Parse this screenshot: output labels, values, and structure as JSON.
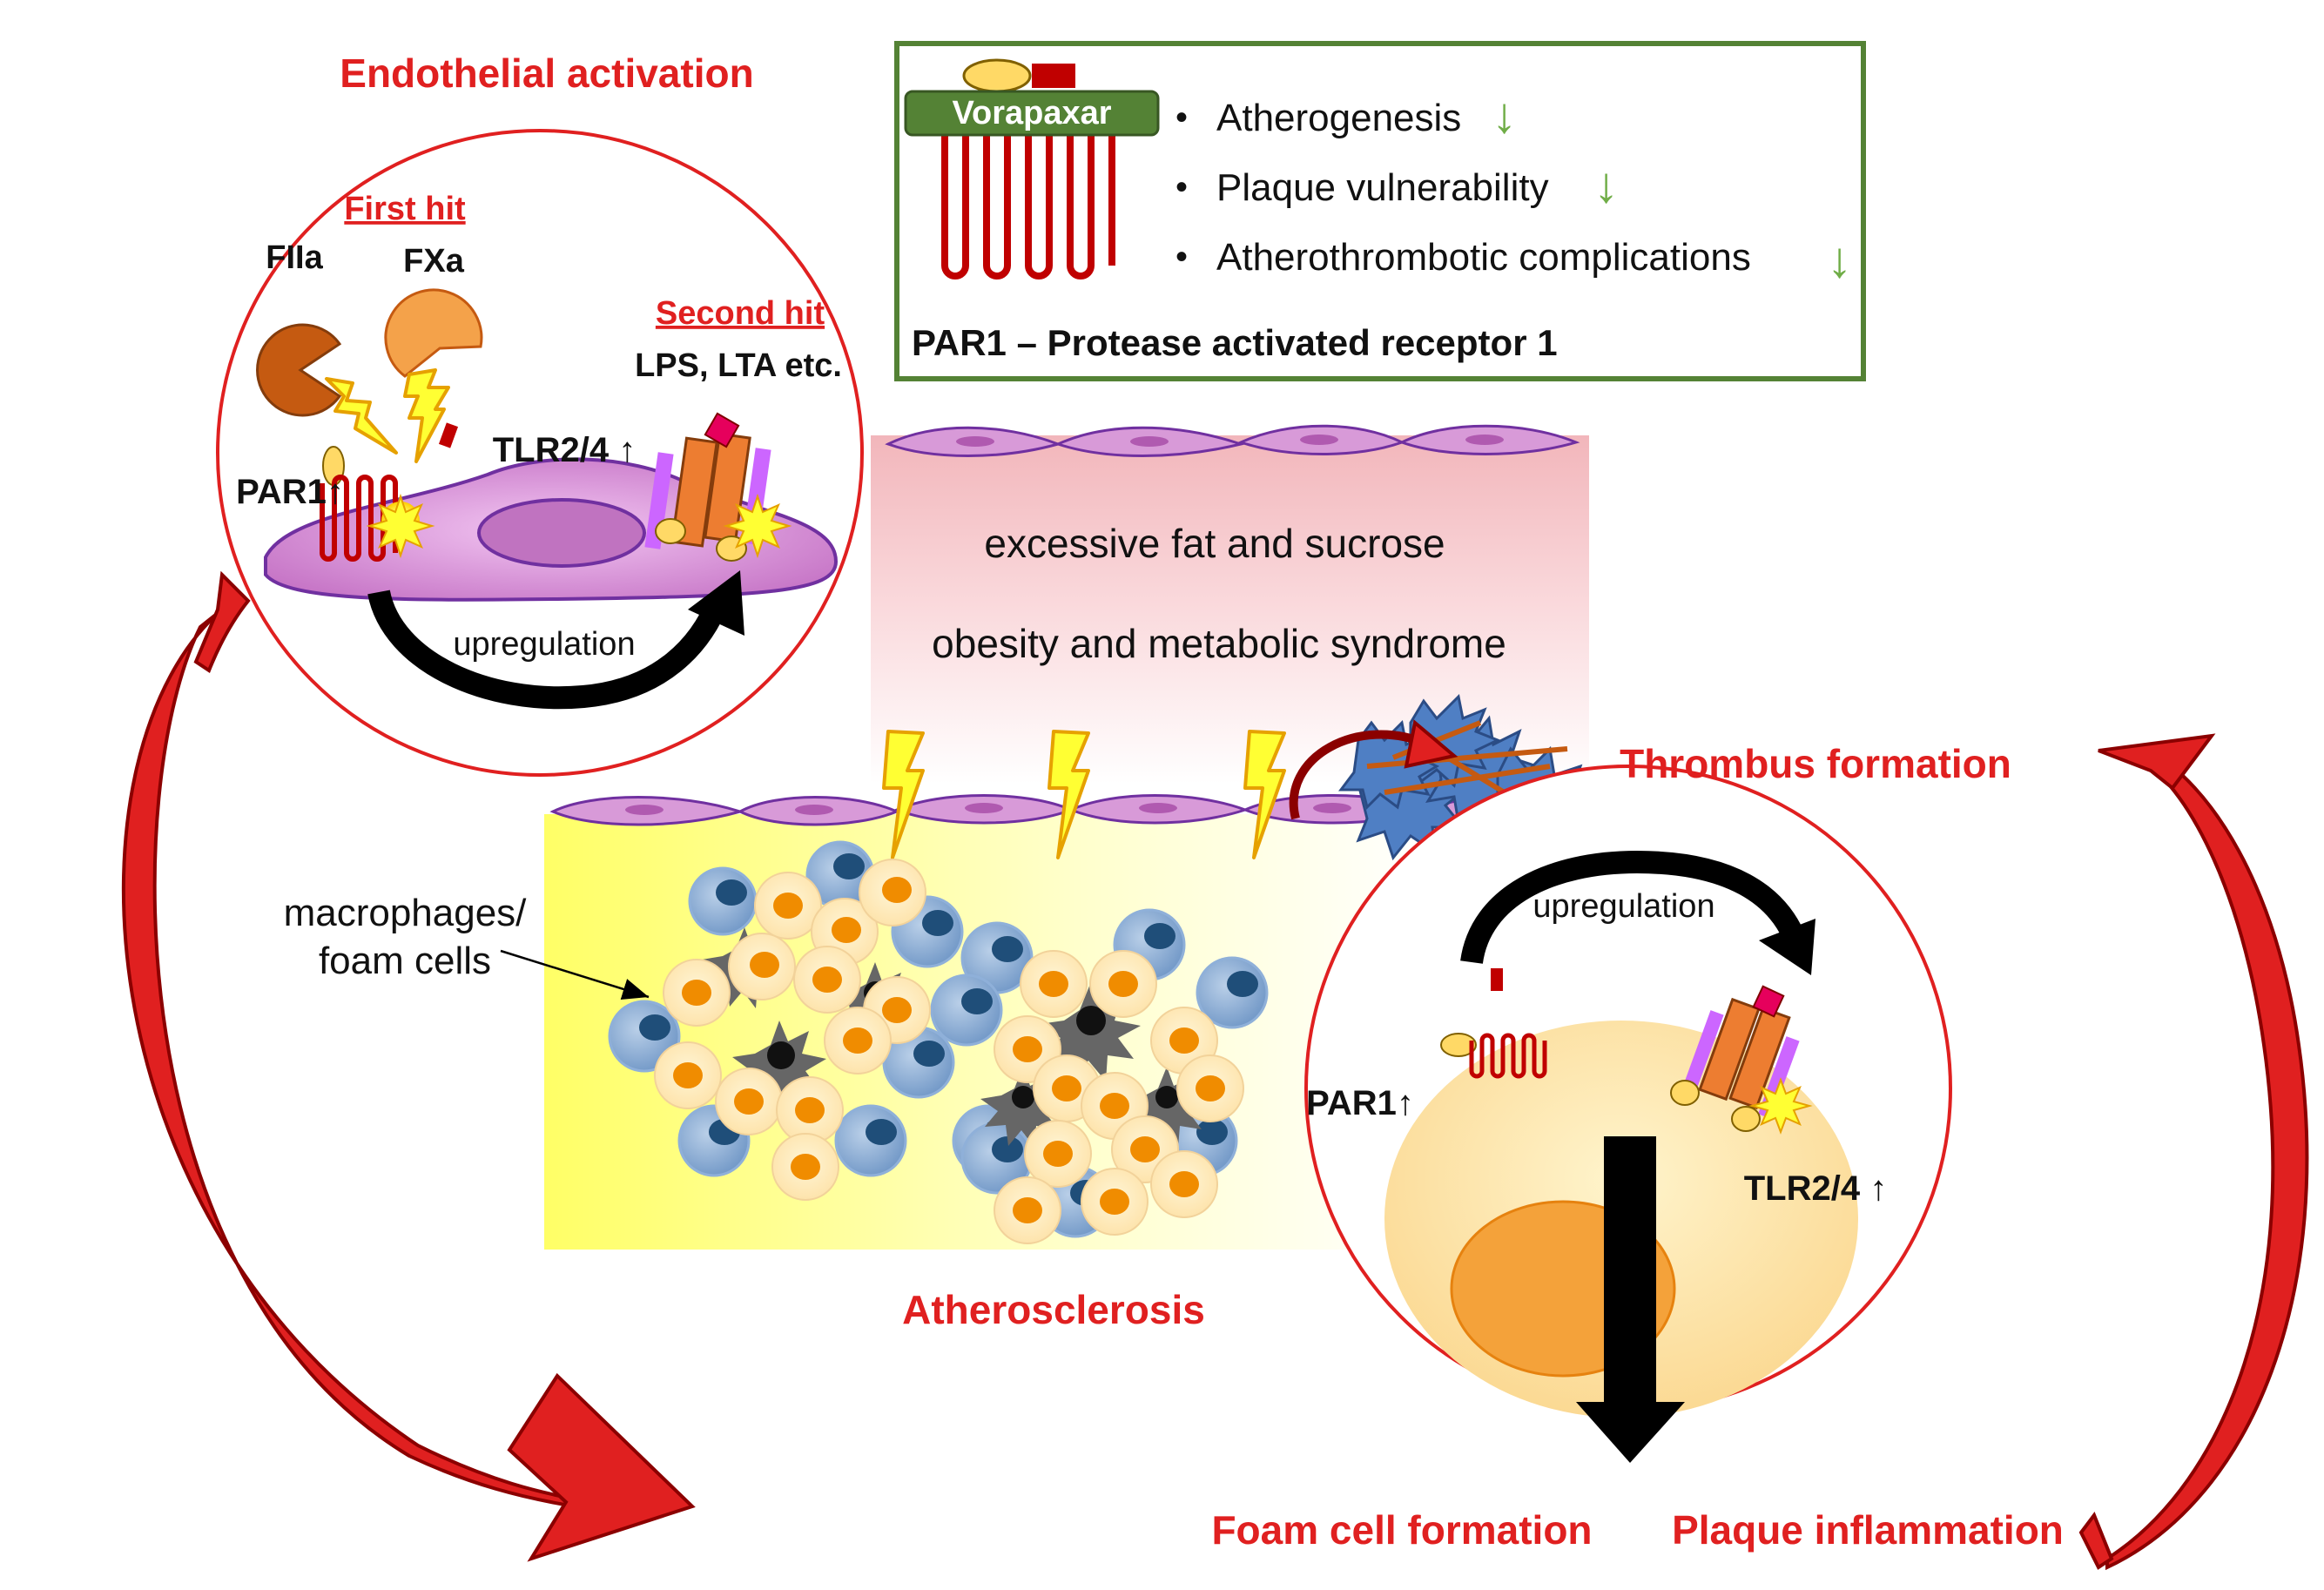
{
  "titles": {
    "endothelial_activation": "Endothelial activation",
    "thrombus_formation": "Thrombus formation",
    "atherosclerosis": "Atherosclerosis",
    "foam_cell_formation": "Foam cell formation",
    "plaque_inflammation": "Plaque inflammation"
  },
  "inset_box": {
    "drug": "Vorapaxar",
    "effects": [
      "Atherogenesis",
      "Plaque vulnerability",
      "Atherothrombotic complications"
    ],
    "bullet": "•",
    "down_arrow": "↓",
    "caption": "PAR1 – Protease activated receptor 1"
  },
  "endothelial_circle": {
    "first_hit": "First hit",
    "second_hit": "Second hit",
    "fiia": "FIIa",
    "fxa": "FXa",
    "lps_lta": "LPS, LTA etc.",
    "tlr": "TLR2/4 ↑",
    "par1": "PAR1↑",
    "upregulation": "upregulation"
  },
  "vessel": {
    "line1": "excessive fat and sucrose",
    "line2": "obesity and metabolic syndrome",
    "macrophages_line1": "macrophages/",
    "macrophages_line2": "foam cells"
  },
  "foam_circle": {
    "upregulation": "upregulation",
    "par1": "PAR1↑",
    "tlr": "TLR2/4 ↑"
  },
  "colors": {
    "red_text": "#e02020",
    "box_border": "#548235",
    "vorapaxar_fill": "#548235",
    "green_arrow": "#70ad47",
    "receptor_red": "#c00000",
    "cell_purple": "#c978c9",
    "cell_purple_dark": "#7030a0",
    "plaque_yellow": "#ffff99",
    "foam_orange": "#f5a21a",
    "macrophage_blue": "#7fa7d6"
  }
}
